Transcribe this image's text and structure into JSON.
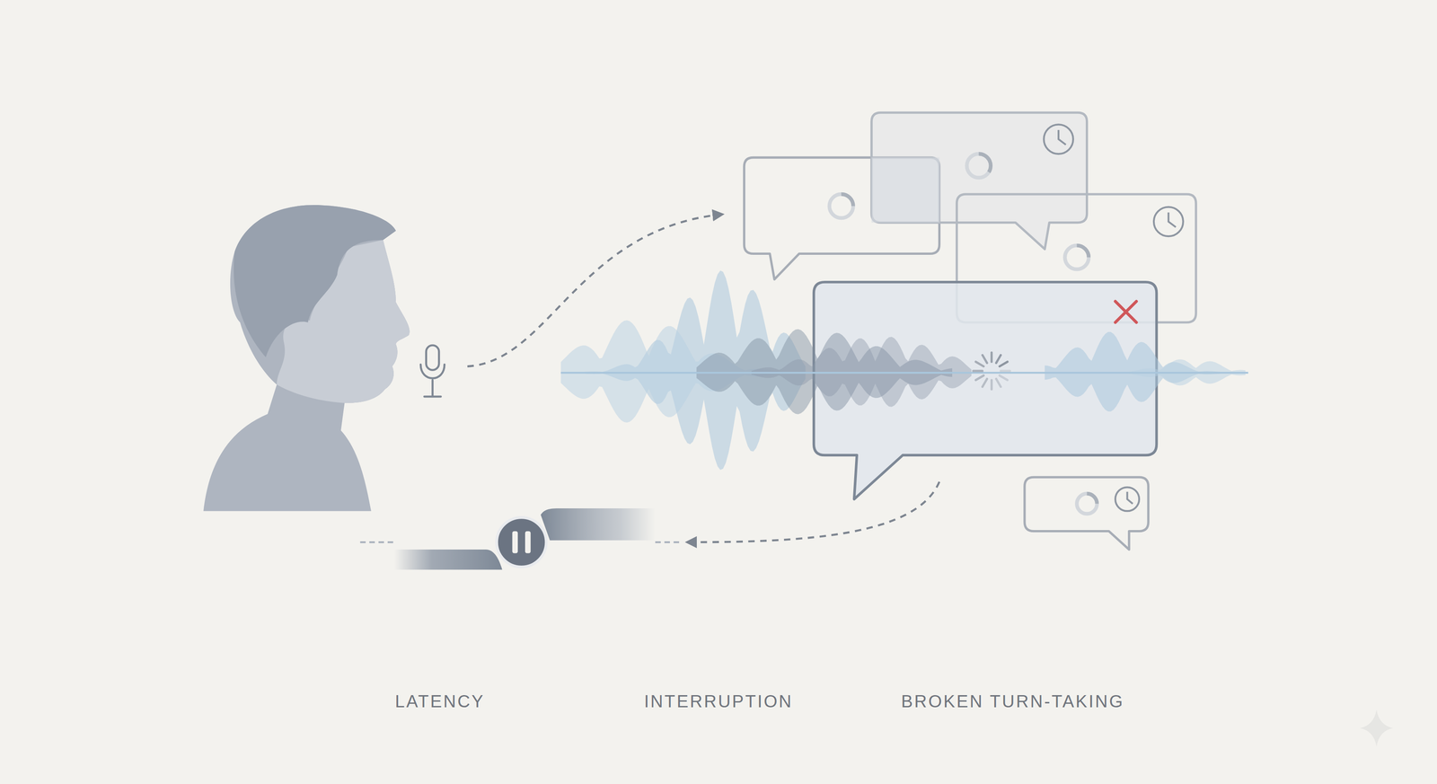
{
  "diagram": {
    "labels": [
      "LATENCY",
      "INTERRUPTION",
      "BROKEN TURN-TAKING"
    ]
  }
}
